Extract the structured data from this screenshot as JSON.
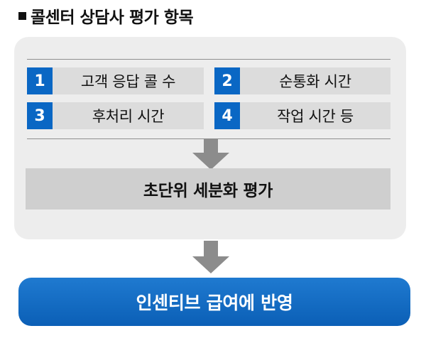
{
  "title": "콜센터 상담사 평가 항목",
  "items": [
    {
      "number": "1",
      "label": "고객 응답 콜 수"
    },
    {
      "number": "2",
      "label": "순통화 시간"
    },
    {
      "number": "3",
      "label": "후처리 시간"
    },
    {
      "number": "4",
      "label": "작업 시간 등"
    }
  ],
  "summary": "초단위 세분화 평가",
  "result": "인센티브 급여에 반영",
  "colors": {
    "accent_blue": "#0a67c4",
    "panel_gray": "#ededed",
    "item_gray": "#dcdcdc",
    "arrow_gray": "#8c8c8c"
  }
}
